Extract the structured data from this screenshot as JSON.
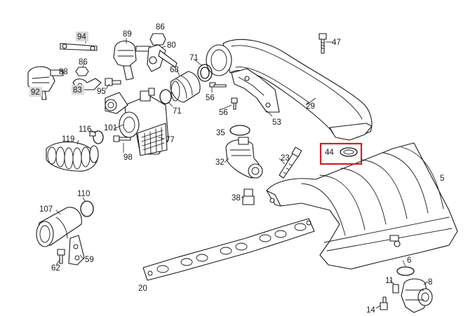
{
  "callouts": {
    "c94": "94",
    "c89": "89",
    "c86a": "86",
    "c80": "80",
    "c47": "47",
    "c88": "88",
    "c86b": "86",
    "c92": "92",
    "c83": "83",
    "c95": "95",
    "c71a": "71",
    "c68": "68",
    "c71b": "71",
    "c56a": "56",
    "c56b": "56",
    "c29": "29",
    "c53": "53",
    "c116": "116",
    "c101": "101",
    "c77": "77",
    "c119": "119",
    "c98": "98",
    "c35": "35",
    "c44": "44",
    "c23": "23",
    "c32": "32",
    "c5": "5",
    "c38": "38",
    "c110": "110",
    "c107": "107",
    "c59": "59",
    "c62": "62",
    "c20": "20",
    "c6": "6",
    "c11": "11",
    "c8": "8",
    "c14": "14"
  },
  "colors": {
    "line": "#1a1a1a",
    "label_highlight": "#b0b0b0",
    "focus_box": "#d0202a"
  },
  "focus": {
    "label": "44",
    "description_part": "gasket"
  }
}
